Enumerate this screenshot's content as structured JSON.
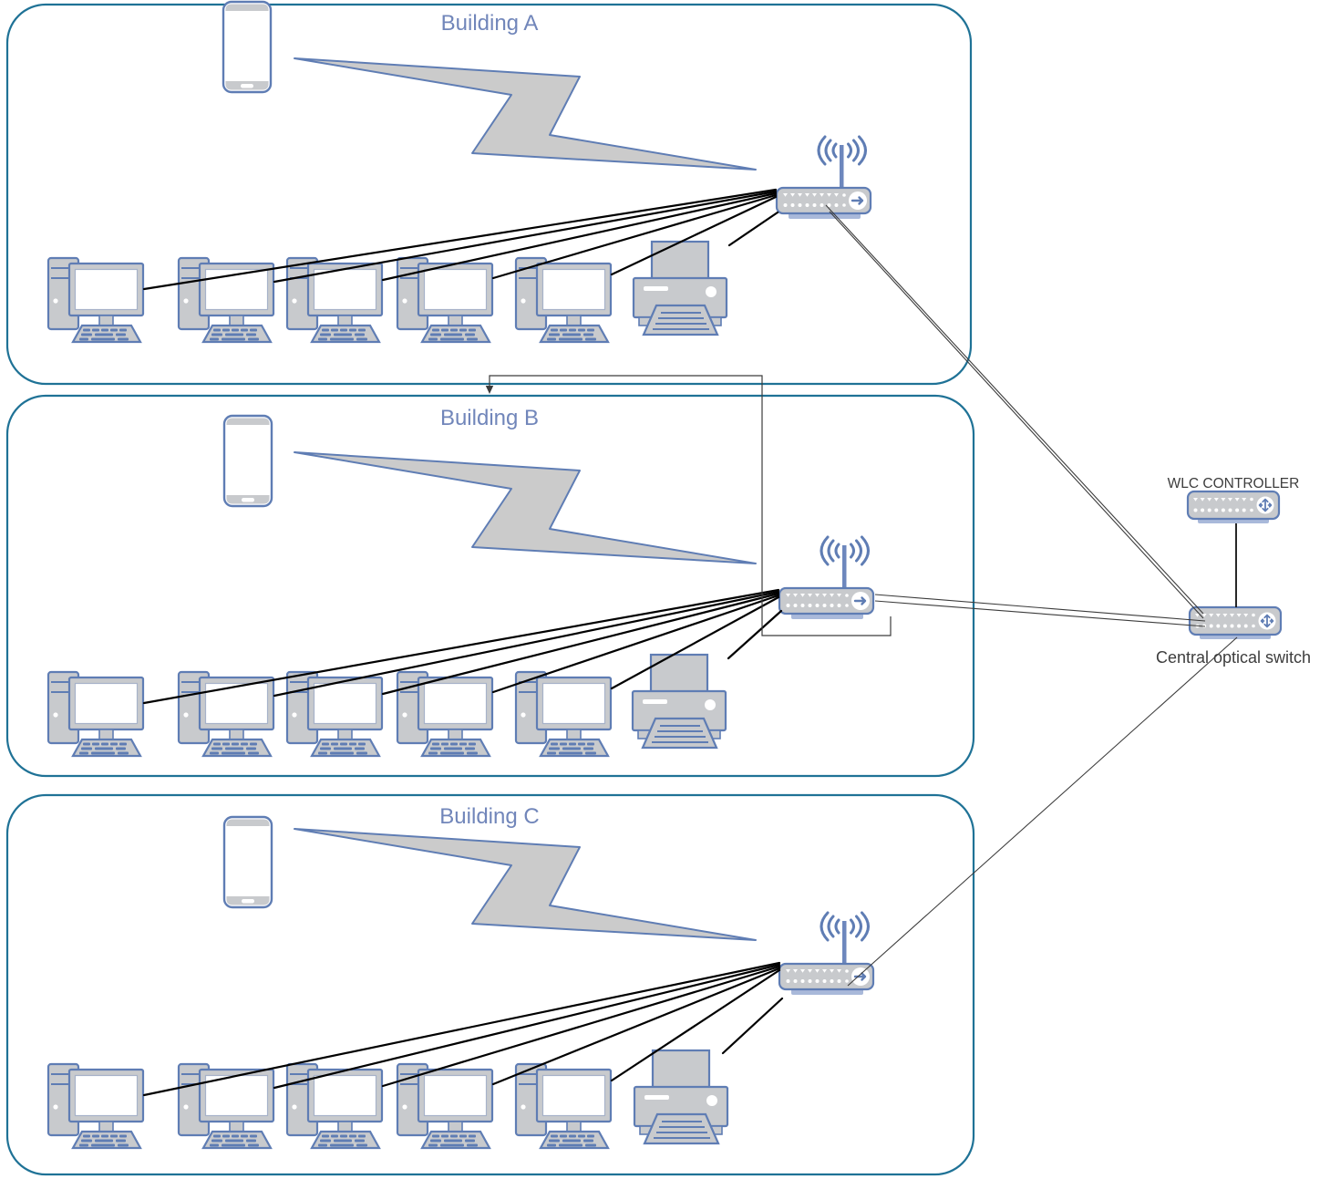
{
  "diagram": {
    "type": "campus-network-topology",
    "buildings": [
      {
        "label": "Building A",
        "devices": {
          "smartphones": 1,
          "wireless_access_points": 1,
          "desktop_computers": 5,
          "printers": 1
        }
      },
      {
        "label": "Building B",
        "devices": {
          "smartphones": 1,
          "wireless_access_points": 1,
          "desktop_computers": 5,
          "printers": 1
        }
      },
      {
        "label": "Building C",
        "devices": {
          "smartphones": 1,
          "wireless_access_points": 1,
          "desktop_computers": 5,
          "printers": 1
        }
      }
    ],
    "core": {
      "wlc_label": "WLC CONTROLLER",
      "central_switch_label": "Central optical switch"
    },
    "icons": [
      "smartphone-icon",
      "wireless-signal-bolt",
      "wireless-access-point-icon",
      "desktop-computer-icon",
      "printer-icon",
      "network-switch-icon"
    ],
    "colors": {
      "building_border": "#1f7296",
      "icon_stroke": "#5f7db4",
      "icon_fill": "#c8cacd",
      "bolt_fill": "#cbcbcb",
      "title_text": "#7186ba",
      "label_text": "#3d3d3d",
      "cable_line": "#000000",
      "thin_line": "#3c3c3c"
    }
  }
}
